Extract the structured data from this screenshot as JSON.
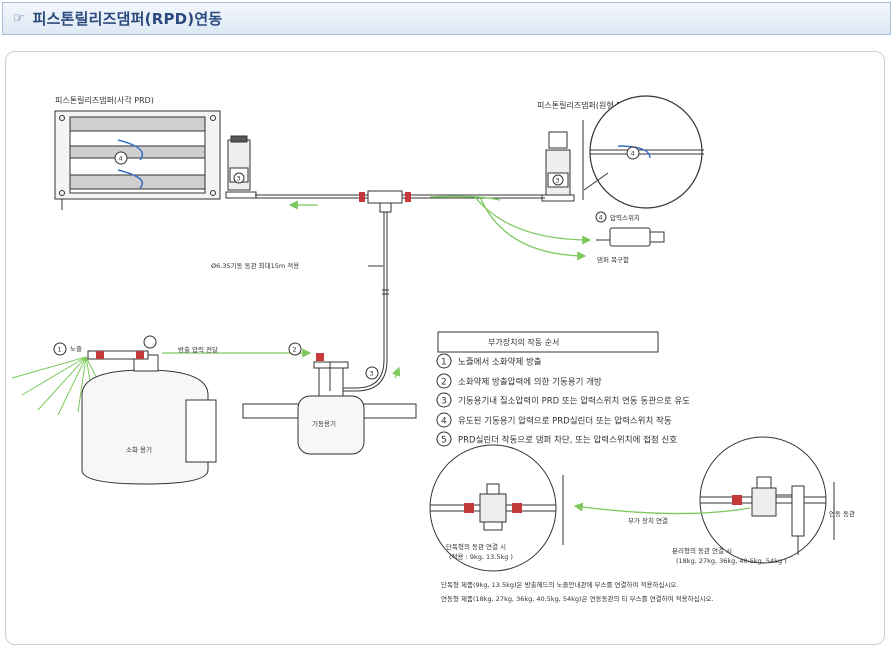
{
  "header": {
    "icon": "pointing-hand-icon",
    "title": "피스톤릴리즈댐퍼(RPD)연동"
  },
  "diagram": {
    "square_damper_label": "피스톤릴리즈댐퍼(사각 PRD)",
    "round_damper_label": "피스톤릴리즈댐퍼(원형 PRD)",
    "pipe_spec_label": "Ø6.35기동 동관 최대15m 적용",
    "pressure_switch_label": "압력스위치",
    "damper_return_label": "댐퍼 복구함",
    "nozzle_label": "노즐",
    "discharge_pressure_label": "방출 압력 전달",
    "agent_tank_label": "소화 용기",
    "actuator_tank_label": "기동용기",
    "sequence_title": "부가장치의 작동 순서",
    "steps": [
      {
        "num": "1",
        "text": "노즐에서 소화약제 방출"
      },
      {
        "num": "2",
        "text": "소화약제 방출압력에 의한 기동용기 개방"
      },
      {
        "num": "3",
        "text": "기동용기내 질소압력이 PRD 또는 압력스위치 연동 동관으로 유도"
      },
      {
        "num": "4",
        "text": "유도된 기동용기 압력으로 PRD실린더 또는 압력스위치 작동"
      },
      {
        "num": "5",
        "text": "PRD실린더 작동으로 댐퍼 차단, 또는 압력스위치에 접점 신호"
      }
    ],
    "aux_connect_label": "부가 장치 연결",
    "linked_pipe_label": "연동 동관",
    "single_caption": "단독형의 동관 연결 시",
    "single_sub": "(적용 : 9kg, 13.5kg )",
    "split_caption": "분리형의 동관 연결 시",
    "split_sub": "(18kg, 27kg, 36kg, 40.5kg, 54kg )",
    "note_1": "단독형 제품(9kg, 13.5kg)은 방출헤드의 노즐안내관에 부스를 연결하여 적용하십시오.",
    "note_2": "연동형 제품(18kg, 27kg, 36kg, 40.5kg, 54kg)은 연동동관의 티 부스를 연결하여 적용하십시오.",
    "marks": {
      "m1": "1",
      "m2": "2",
      "m3": "3",
      "m4": "4"
    }
  },
  "colors": {
    "title_text": "#2b4a7e",
    "green_line": "#7dc95e",
    "red_fitting": "#c43a3a"
  }
}
